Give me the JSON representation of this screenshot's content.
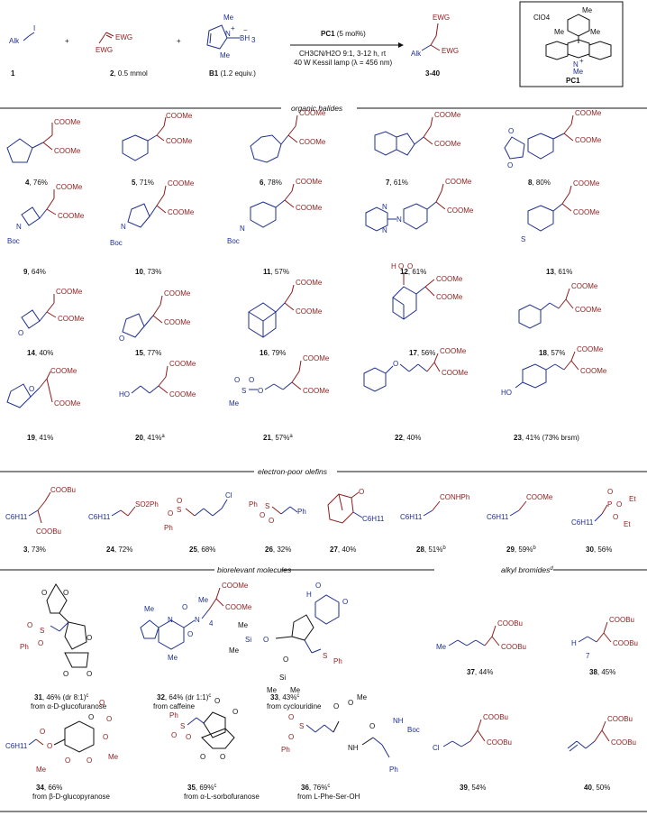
{
  "scheme": {
    "alk_label": "Alk",
    "alk_i": "I",
    "plus": "+",
    "ewg": "EWG",
    "b1_me": "Me",
    "b1_n": "N",
    "b1_bh3": "BH",
    "b1_sub": "3",
    "b1_plus": "+",
    "b1_minus": "−",
    "label_1": "1",
    "label_2": "2",
    "label_2_amount": ", 0.5 mmol",
    "label_b1": "B1",
    "label_b1_equiv": " (1.2 equiv.)",
    "cat_bold": "PC1",
    "cat_rest": " (5 mol%)",
    "cond_line1": "CH3CN/H2O 9:1, 3-12 h, rt",
    "cond_line2": "40 W Kessil lamp (λ = 456 nm)",
    "product_label": "3-40",
    "pc1_label": "PC1",
    "pc1_anion": "ClO4",
    "pc1_me": "Me",
    "pc1_n": "N",
    "pc1_plus": "+"
  },
  "sections": {
    "organic_halides": "organic halides",
    "electron_poor_olefins": "electron-poor olefins",
    "biorelevant_molecules": "biorelevant molecules",
    "alkyl_bromides": "alkyl bromides",
    "alkyl_bromides_sup": "d"
  },
  "atoms": {
    "coome": "COOMe",
    "coobu": "COOBu",
    "boc": "Boc",
    "o": "O",
    "n": "N",
    "s": "S",
    "me": "Me",
    "ho": "HO",
    "oh": "OH",
    "cl": "Cl",
    "et": "Et",
    "p": "P",
    "ph": "Ph",
    "so2ph": "SO2Ph",
    "conhph": "CONHPh",
    "c6h11": "C6H11",
    "seven": "7",
    "four": "4",
    "nh": "NH",
    "h": "H",
    "si": "Si",
    "mes": "Me"
  },
  "products": [
    {
      "id": "4",
      "yield": ", 76%"
    },
    {
      "id": "5",
      "yield": ", 71%"
    },
    {
      "id": "6",
      "yield": ", 78%"
    },
    {
      "id": "7",
      "yield": ", 61%"
    },
    {
      "id": "8",
      "yield": ", 80%"
    },
    {
      "id": "9",
      "yield": ", 64%"
    },
    {
      "id": "10",
      "yield": ", 73%"
    },
    {
      "id": "11",
      "yield": ", 57%"
    },
    {
      "id": "12",
      "yield": ", 61%"
    },
    {
      "id": "13",
      "yield": ", 61%"
    },
    {
      "id": "14",
      "yield": ", 40%"
    },
    {
      "id": "15",
      "yield": ", 77%"
    },
    {
      "id": "16",
      "yield": ", 79%"
    },
    {
      "id": "17",
      "yield": ", 56%"
    },
    {
      "id": "18",
      "yield": ", 57%"
    },
    {
      "id": "19",
      "yield": ", 41%"
    },
    {
      "id": "20",
      "yield": ", 41%",
      "sup": "a"
    },
    {
      "id": "21",
      "yield": ", 57%",
      "sup": "a"
    },
    {
      "id": "22",
      "yield": ", 40%"
    },
    {
      "id": "23",
      "yield": ", 41% (73% brsm)"
    },
    {
      "id": "3",
      "yield": ", 73%"
    },
    {
      "id": "24",
      "yield": ", 72%"
    },
    {
      "id": "25",
      "yield": ", 68%"
    },
    {
      "id": "26",
      "yield": ", 32%"
    },
    {
      "id": "27",
      "yield": ", 40%"
    },
    {
      "id": "28",
      "yield": ", 51%",
      "sup": "b"
    },
    {
      "id": "29",
      "yield": ", 59%",
      "sup": "b"
    },
    {
      "id": "30",
      "yield": ", 56%"
    },
    {
      "id": "31",
      "yield": ", 46% (dr 8:1)",
      "sup": "c",
      "from": "from α-D-glucofuranose"
    },
    {
      "id": "32",
      "yield": ", 64% (dr 1:1)",
      "sup": "c",
      "from": "from caffeine"
    },
    {
      "id": "33",
      "yield": ", 43%",
      "sup": "c",
      "from": "from cyclouridine"
    },
    {
      "id": "37",
      "yield": ", 44%"
    },
    {
      "id": "38",
      "yield": ", 45%"
    },
    {
      "id": "34",
      "yield": ", 66%",
      "from": "from β-D-glucopyranose"
    },
    {
      "id": "35",
      "yield": ", 69%",
      "sup": "c",
      "from": "from α-L-sorbofuranose"
    },
    {
      "id": "36",
      "yield": ", 76%",
      "sup": "c",
      "from": "from L-Phe-Ser-OH"
    },
    {
      "id": "39",
      "yield": ", 54%"
    },
    {
      "id": "40",
      "yield": ", 50%"
    }
  ]
}
